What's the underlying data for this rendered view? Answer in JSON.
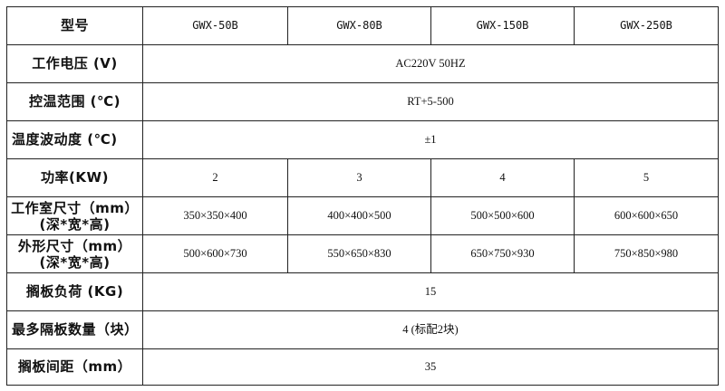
{
  "header": {
    "label": "型号",
    "models": [
      "GWX-50B",
      "GWX-80B",
      "GWX-150B",
      "GWX-250B"
    ]
  },
  "rows": {
    "voltage": {
      "label": "工作电压 (V)",
      "value": "AC220V 50HZ"
    },
    "temp_range": {
      "label": "控温范围 (℃)",
      "value": "RT+5-500"
    },
    "temp_fluct": {
      "label": "温度波动度 (℃)",
      "value": "±1"
    },
    "power": {
      "label": "功率(KW)",
      "values": [
        "2",
        "3",
        "4",
        "5"
      ]
    },
    "chamber": {
      "label_line1": "工作室尺寸（mm）",
      "label_line2": "(深*宽*高)",
      "values": [
        "350×350×400",
        "400×400×500",
        "500×500×600",
        "600×600×650"
      ]
    },
    "outer": {
      "label_line1": "外形尺寸（mm）",
      "label_line2": "(深*宽*高)",
      "values": [
        "500×600×730",
        "550×650×830",
        "650×750×930",
        "750×850×980"
      ]
    },
    "shelf_load": {
      "label": "搁板负荷 (KG)",
      "value": "15"
    },
    "max_shelves": {
      "label": "最多隔板数量（块）",
      "value": "4 (标配2块)"
    },
    "shelf_spacing": {
      "label": "搁板间距（mm）",
      "value": "35"
    }
  }
}
